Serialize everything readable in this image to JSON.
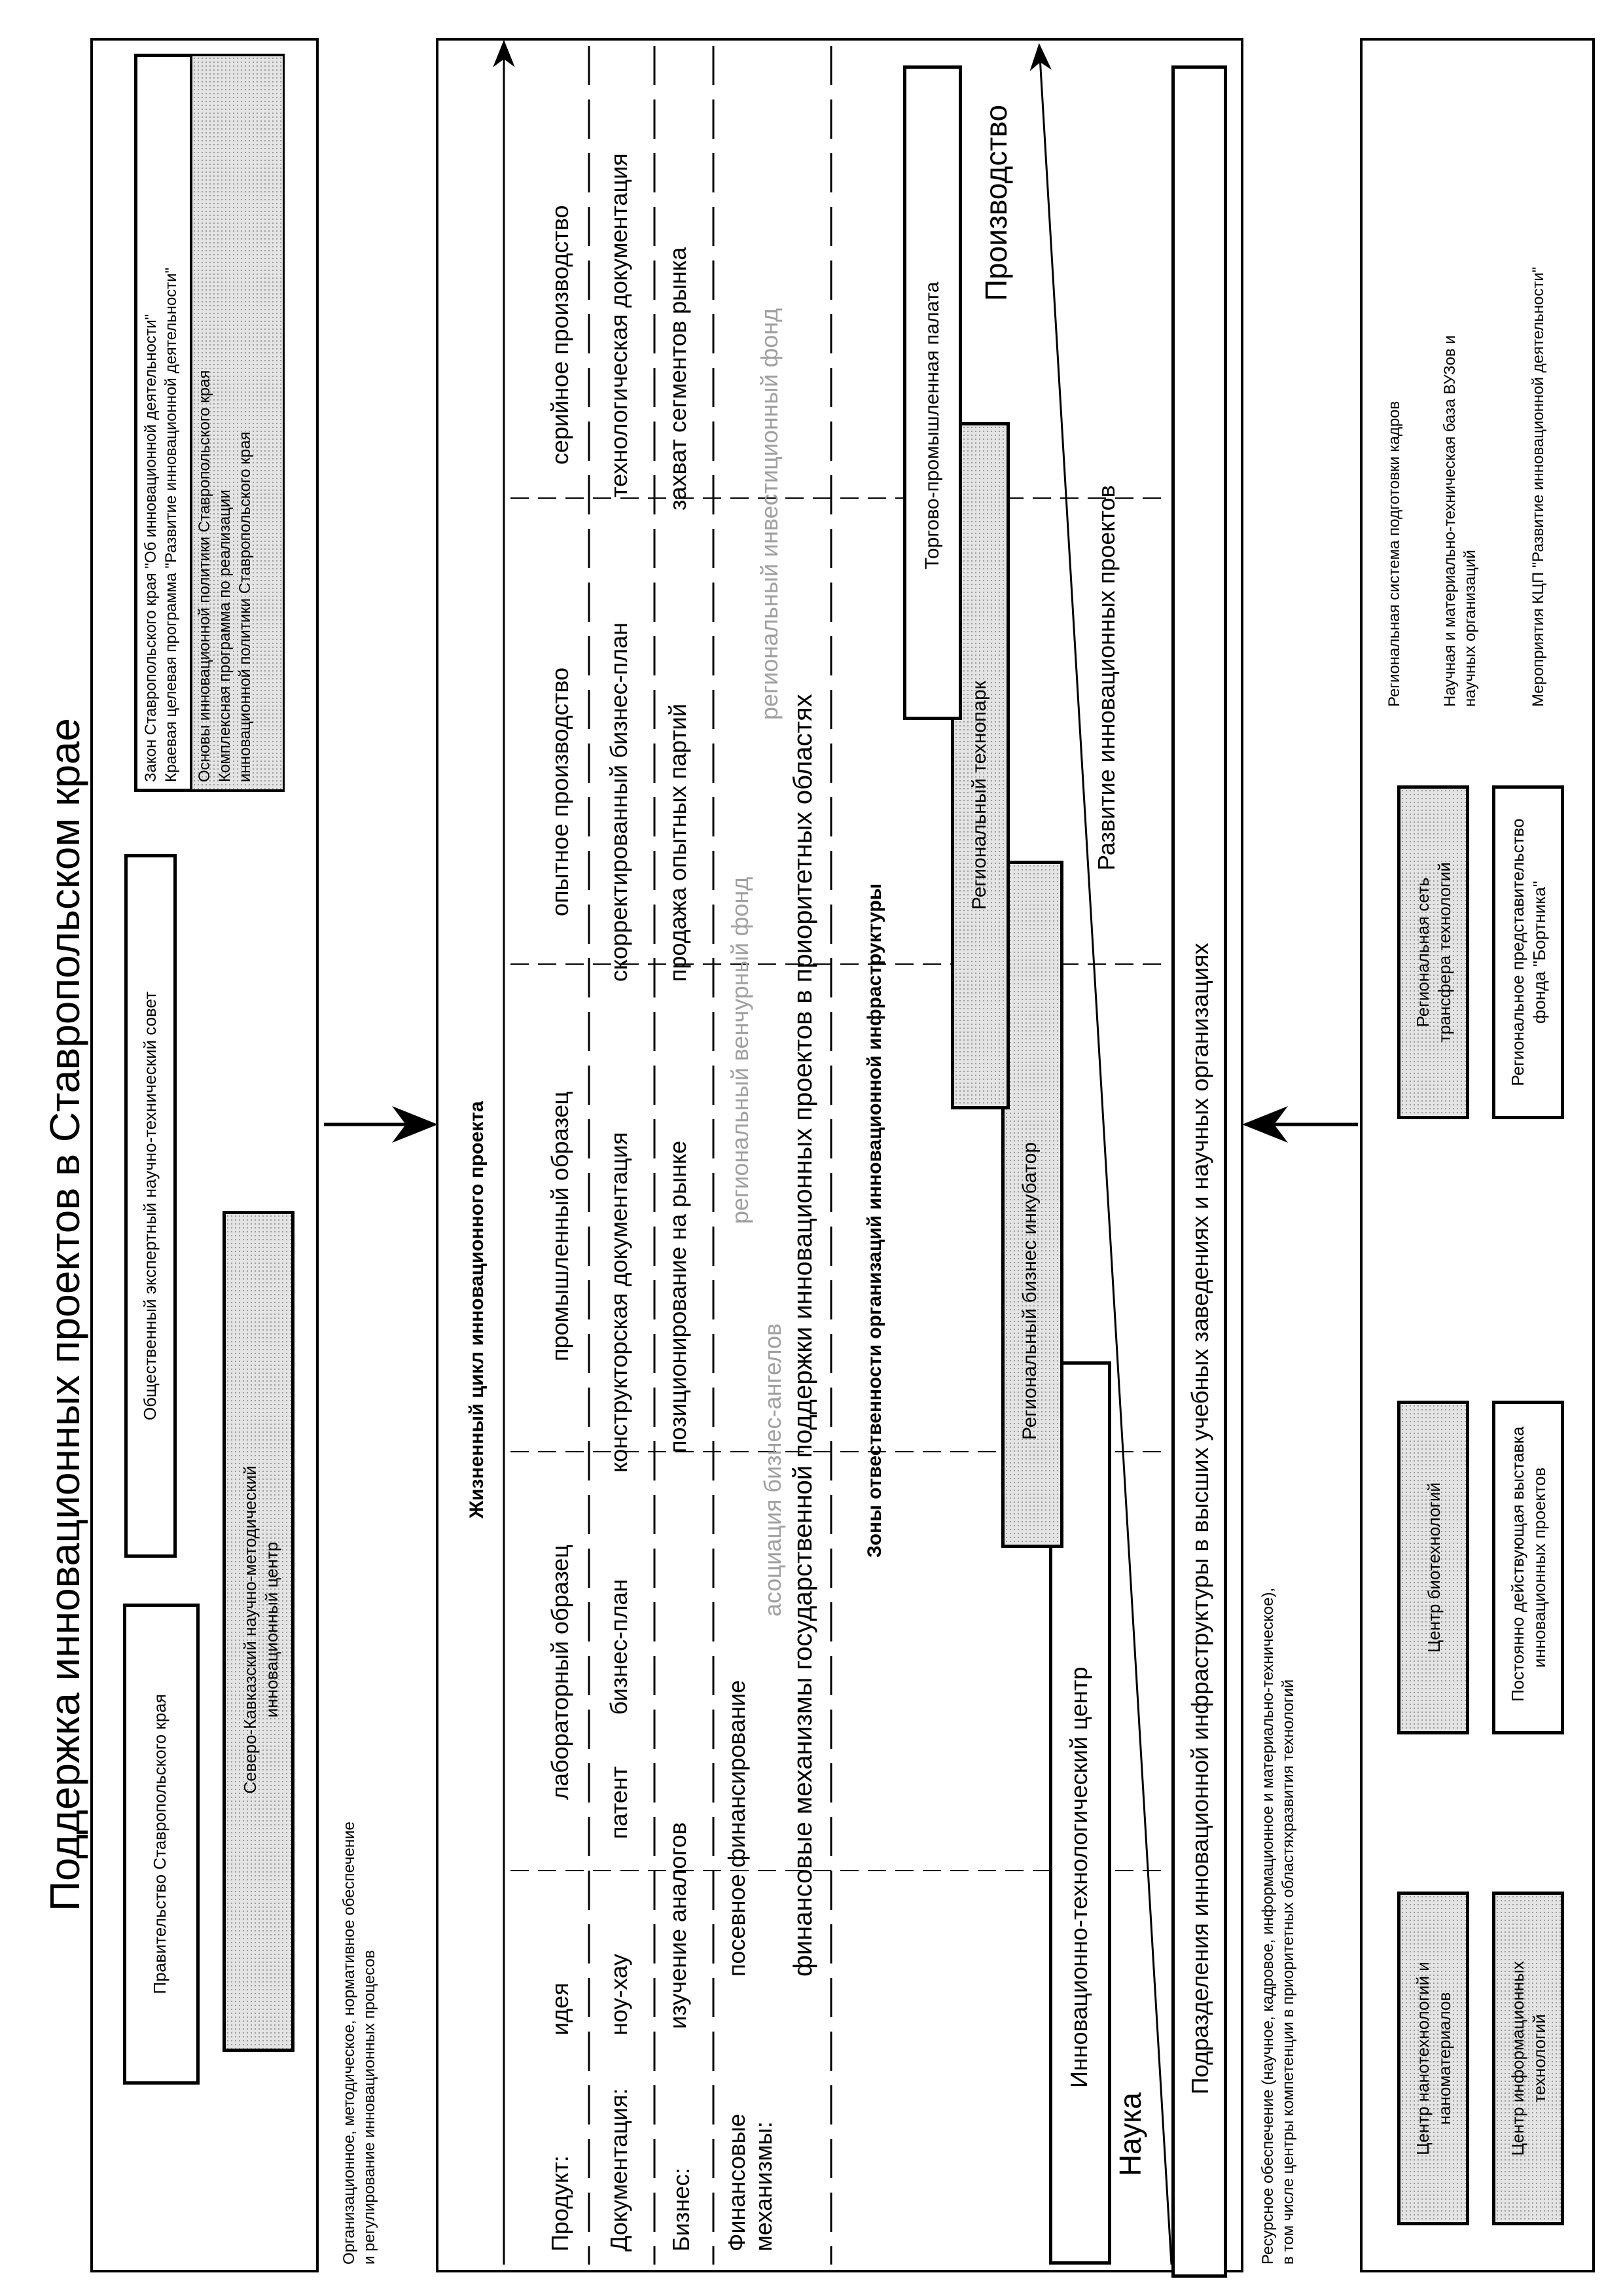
{
  "title": "Поддержка инновационных проектов в Ставропольском крае",
  "left": {
    "caption": [
      "Организационное, методическое, нормативное обеспечение",
      "и регулирование инновационных процесов"
    ],
    "government": "Правительство Ставропольского края",
    "nk_center": [
      "Северо-Кавказский научно-методический",
      "инновационный центр"
    ],
    "council": "Общественный экспертный научно-технический совет",
    "laws_top": [
      "Закон Ставропольского края \"Об инновационной деятельности\"",
      "Краевая целевая программа \"Развитие инновационной деятельности\""
    ],
    "laws_bottom": [
      "Основы инновационной политики Ставропольского края",
      "Комплексная программа по реализации",
      "инновационной политики Ставропольского края"
    ]
  },
  "center": {
    "lifecycle_title": "Жизненный цикл инновационного проекта",
    "rows": {
      "product": {
        "label": "Продукт:",
        "items": [
          "идея",
          "лабораторный образец",
          "промышленный образец",
          "опытное производство",
          "серийное производство"
        ]
      },
      "documentation": {
        "label": "Документация:",
        "items": [
          "ноу-хау",
          "патент",
          "бизнес-план",
          "конструкторская документация",
          "скорректированный бизнес-план",
          "технологическая документация"
        ]
      },
      "business": {
        "label": "Бизнес:",
        "items": [
          "изучение аналогов",
          "позиционирование на рынке",
          "продажа опытных партий",
          "захват сегментов рынка"
        ]
      },
      "finance": {
        "label": [
          "Финансовые",
          "механизмы:"
        ],
        "items": [
          "посевное финансирование",
          "асоциация бизнес-ангелов",
          "региональный венчурный фонд",
          "региональный инвестиционный фонд"
        ],
        "state": "финансовые механизмы государственной поддержки инновационных проектов в приоритетных областях"
      }
    },
    "zones_title": "Зоны отвественности организаций инновационной инфраструктуры",
    "science": "Наука",
    "production": "Производство",
    "orgs": [
      "Инновационно-технологический центр",
      "Региональный бизнес инкубатор",
      "Региональный технопарк",
      "Торгово-промышленная палата"
    ],
    "development": "Развитие инновационных проектов",
    "subdivisions": "Подразделения инновационной инфраструктуры в высших учебных заведениях и научных организациях"
  },
  "right": {
    "caption": [
      "Ресурсное обеспечение (научное, кадровое, информационное и материально-техническое),",
      "в том числе центры компетенции в приоритетных областяхразвития технологий"
    ],
    "centers": [
      [
        "Центр нанотехнологий и",
        "наноматериалов"
      ],
      [
        "Центр информационных",
        "технологий"
      ],
      [
        "Центр биотехнологий"
      ],
      [
        "Постоянно действующая выставка",
        "инновационных проектов"
      ],
      [
        "Региональная сеть",
        "трансфера технологий"
      ],
      [
        "Региональное представительство",
        "фонда \"Бортника\""
      ]
    ],
    "resources": [
      "Региональная система подготовки кадров",
      "Научная и материально-техническая база ВУЗов и",
      "научных организаций",
      "Мероприятия КЦП \"Развитие инновационной деятельности\""
    ]
  }
}
